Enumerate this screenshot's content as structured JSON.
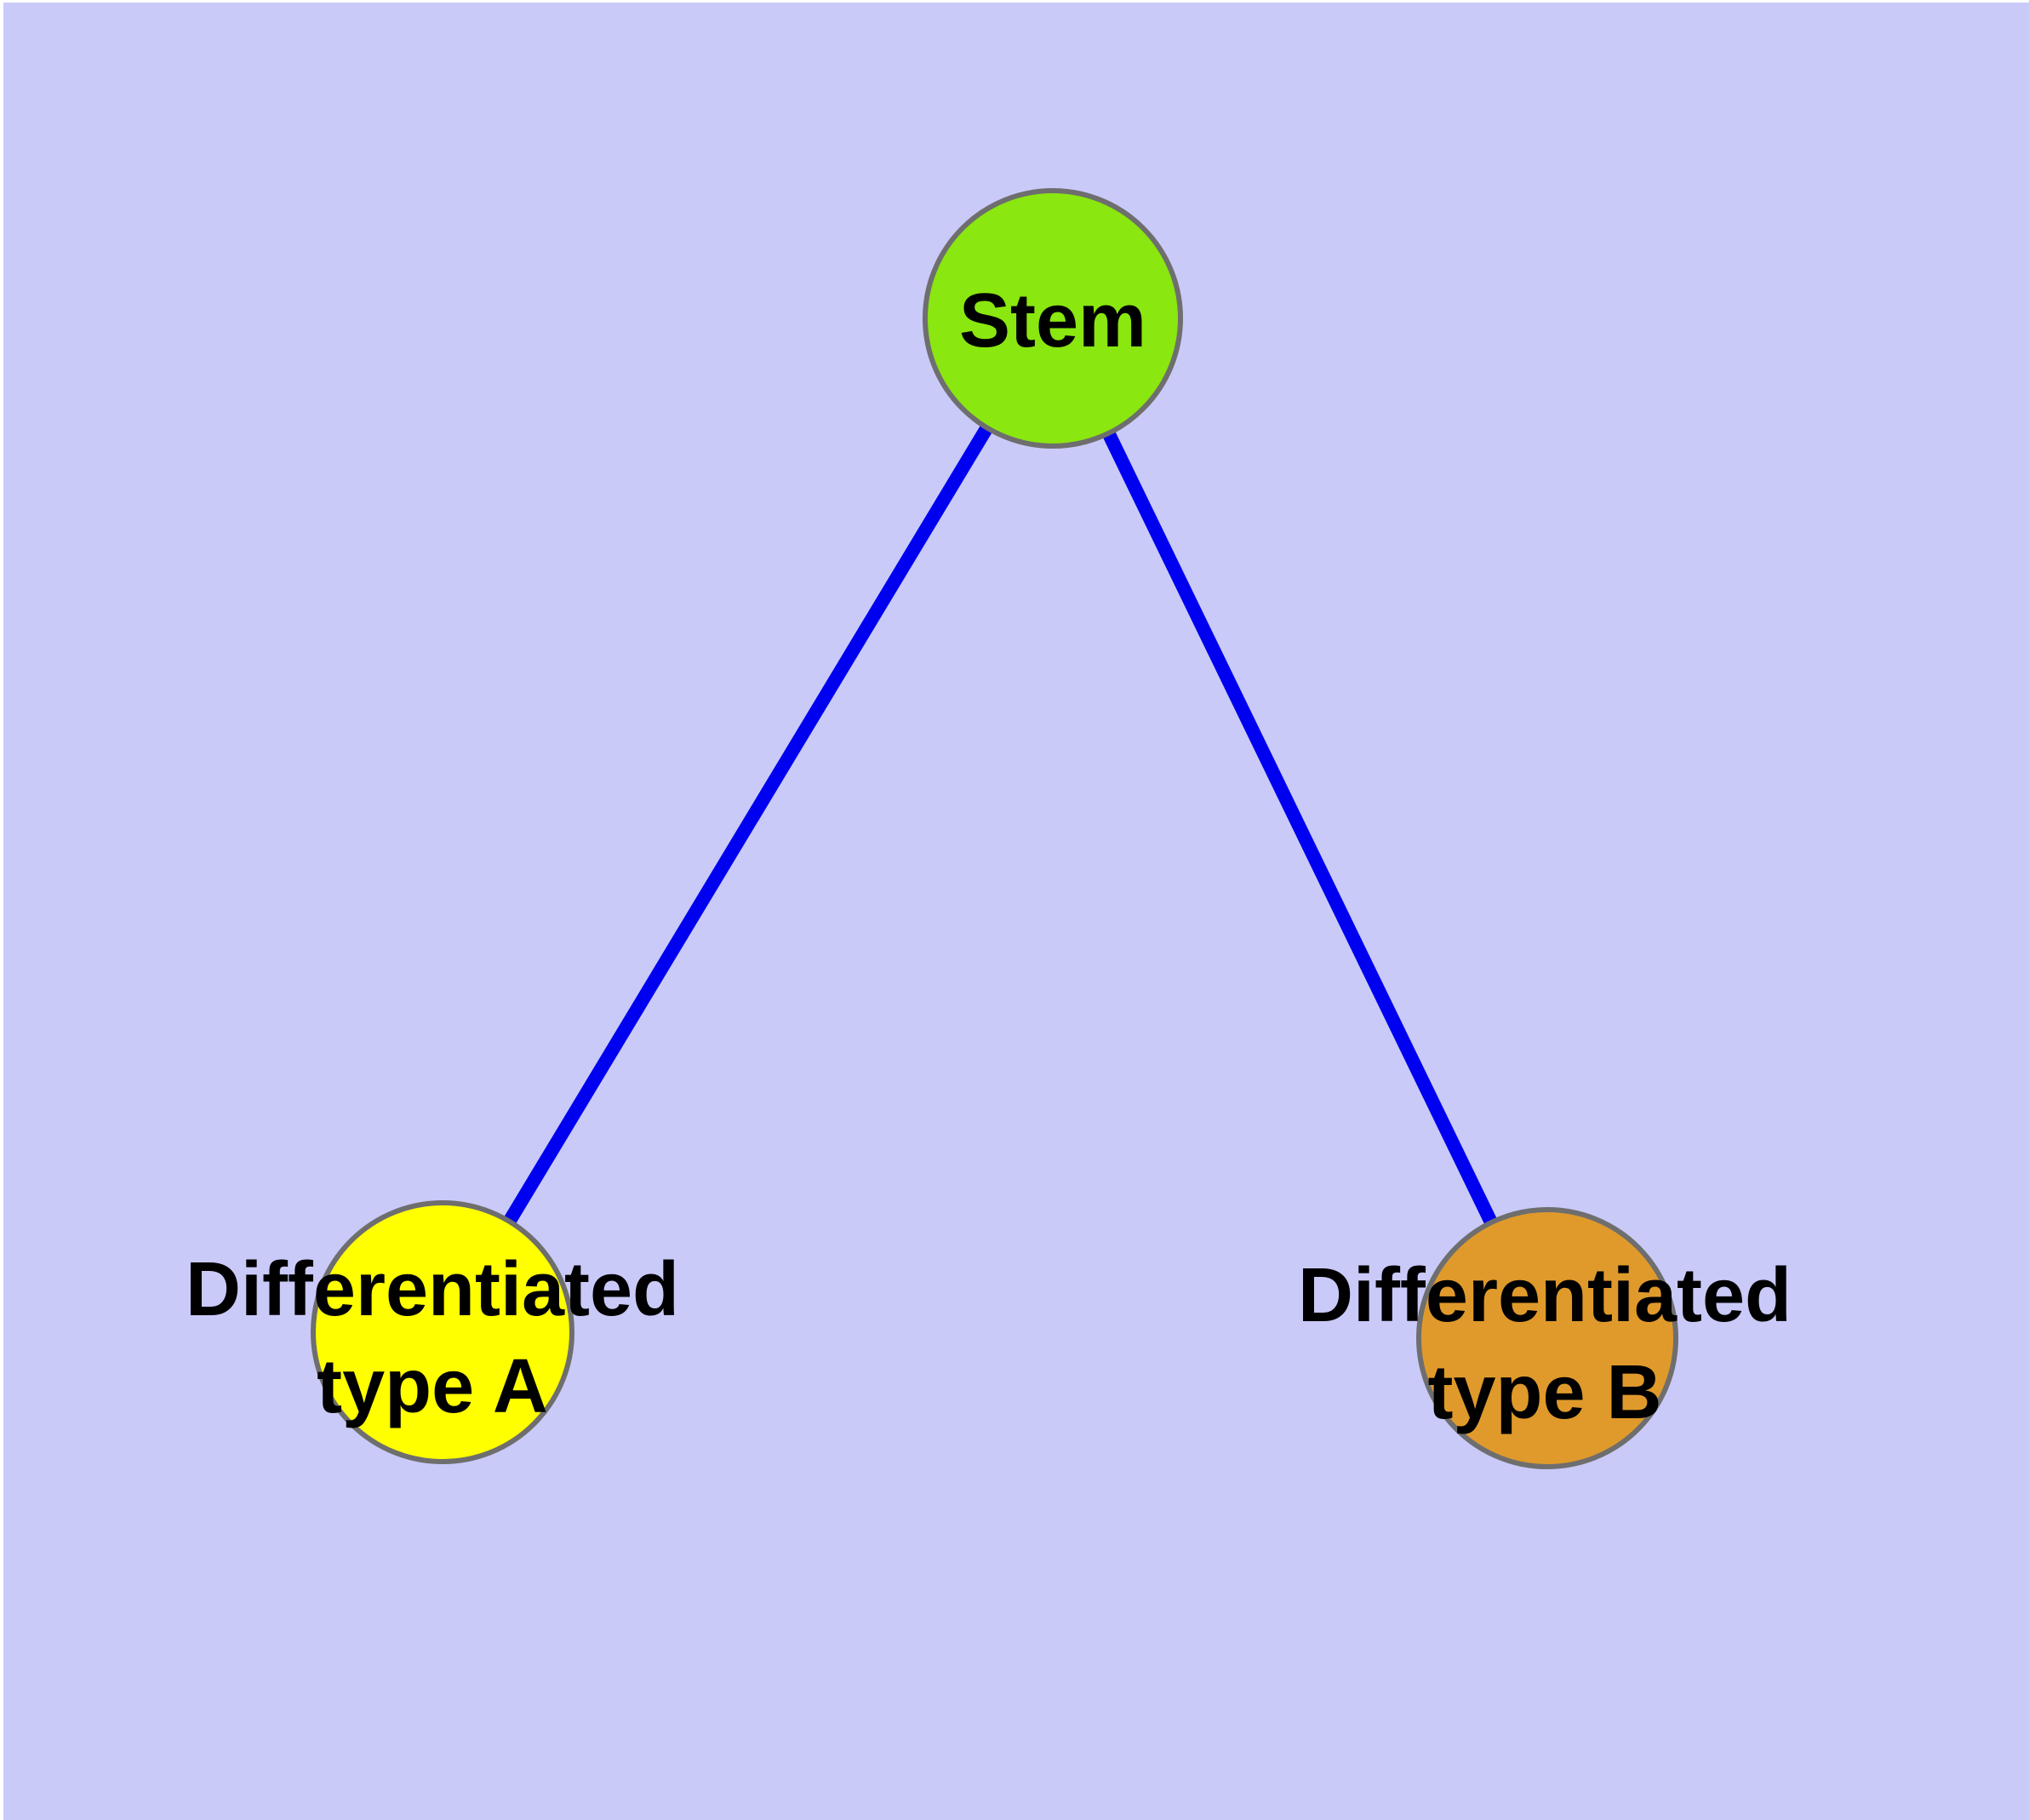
{
  "diagram": {
    "background_color": "#C9CAF8",
    "margin_color": "#FFFFFF",
    "text_color": "#000000",
    "node_border_color": "#6E6E6E",
    "edge_color": "#0000F0",
    "nodes": {
      "stem": {
        "label": "Stem",
        "fill": "#8AE70F"
      },
      "type_a": {
        "label": "Differentiated type A",
        "label_line1": "Differentiated",
        "label_line2": "type A",
        "fill": "#FFFF00"
      },
      "type_b": {
        "label": "Differentiated type B",
        "label_line1": "Differentiated",
        "label_line2": "type B",
        "fill": "#E09A2B"
      }
    },
    "edges": [
      {
        "from": "Stem",
        "to": "Differentiated type A"
      },
      {
        "from": "Stem",
        "to": "Differentiated type B"
      }
    ]
  }
}
